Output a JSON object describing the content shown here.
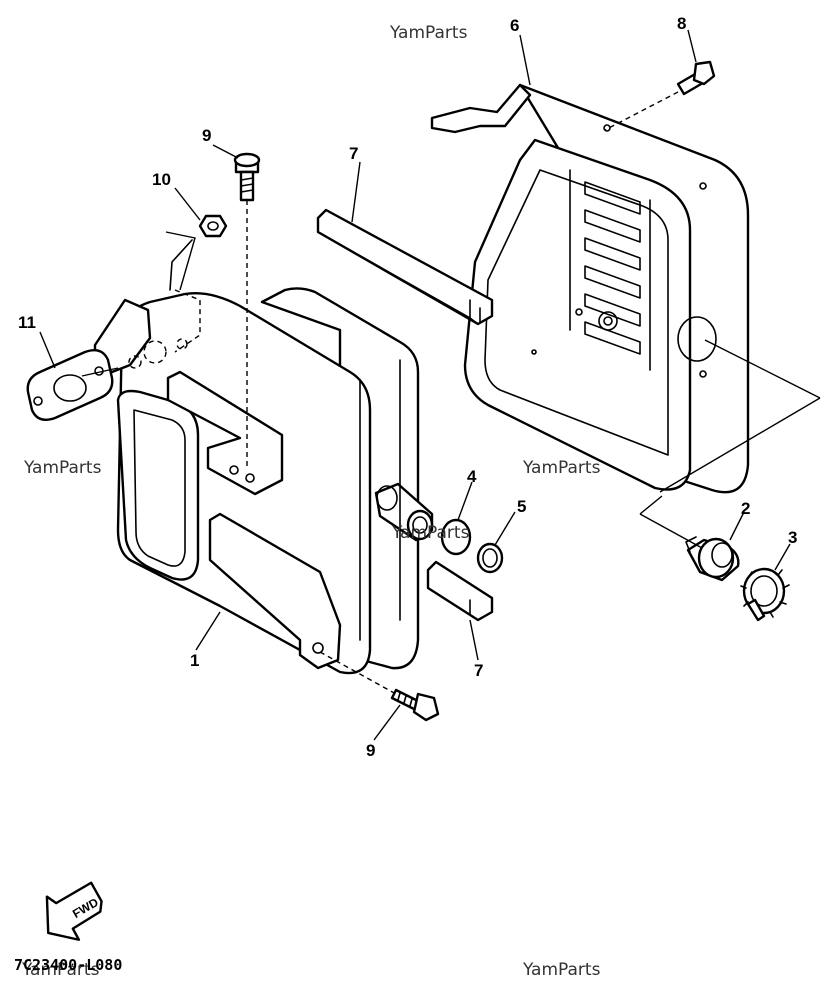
{
  "watermark": "YamParts",
  "diagram_code": "7C23400-L080",
  "fwd_label": "FWD",
  "callouts": {
    "c1": "1",
    "c2": "2",
    "c3": "3",
    "c4": "4",
    "c5": "5",
    "c6": "6",
    "c7a": "7",
    "c7b": "7",
    "c8": "8",
    "c9a": "9",
    "c9b": "9",
    "c10": "10",
    "c11": "11"
  }
}
